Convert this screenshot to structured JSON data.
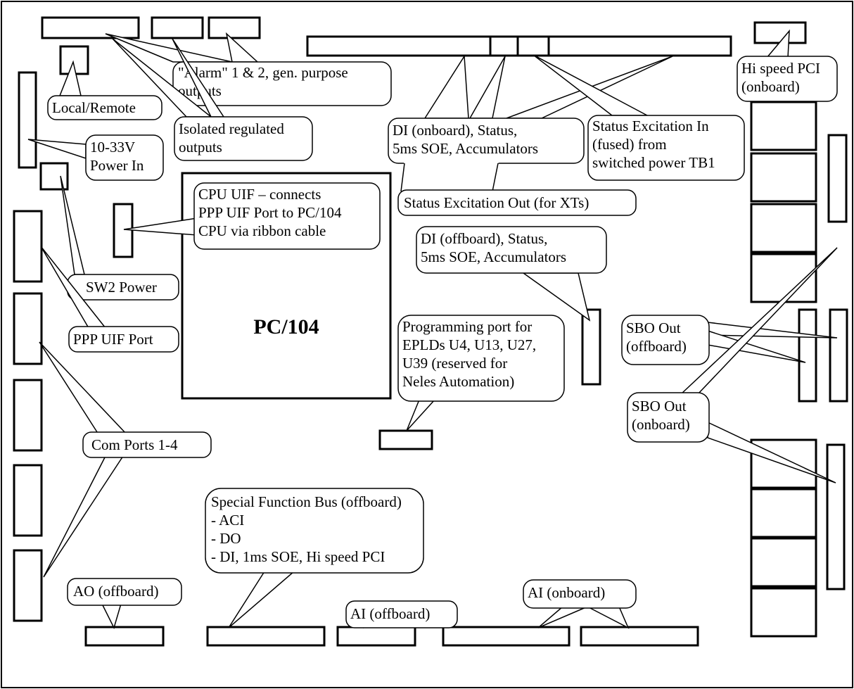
{
  "diagram": {
    "main_module": {
      "label": "PC/104"
    },
    "callouts": [
      {
        "id": "alarm-outputs",
        "lines": [
          "\"Alarm\" 1 & 2, gen. purpose",
          "outputs"
        ]
      },
      {
        "id": "local-remote",
        "lines": [
          "Local/Remote"
        ]
      },
      {
        "id": "isolated-outputs",
        "lines": [
          "Isolated regulated",
          "outputs"
        ]
      },
      {
        "id": "power-in",
        "lines": [
          "10-33V",
          "Power In"
        ]
      },
      {
        "id": "di-onboard",
        "lines": [
          "DI (onboard), Status,",
          "5ms SOE, Accumulators"
        ]
      },
      {
        "id": "status-excitation-in",
        "lines": [
          "Status Excitation In",
          "(fused) from",
          "switched power TB1"
        ]
      },
      {
        "id": "hi-speed-pci",
        "lines": [
          "Hi speed PCI",
          "(onboard)"
        ]
      },
      {
        "id": "status-excitation-out",
        "lines": [
          "Status Excitation Out (for XTs)"
        ]
      },
      {
        "id": "cpu-uif",
        "lines": [
          "CPU UIF – connects",
          "PPP UIF Port to PC/104",
          "CPU via ribbon cable"
        ]
      },
      {
        "id": "di-offboard",
        "lines": [
          "DI (offboard), Status,",
          "5ms SOE, Accumulators"
        ]
      },
      {
        "id": "sw2-power",
        "lines": [
          "SW2 Power"
        ]
      },
      {
        "id": "ppp-uif-port",
        "lines": [
          "PPP UIF Port"
        ]
      },
      {
        "id": "programming-port",
        "lines": [
          "Programming port  for",
          "EPLDs U4, U13, U27,",
          "U39 (reserved for",
          "Neles Automation)"
        ]
      },
      {
        "id": "sbo-out-offboard",
        "lines": [
          "SBO Out",
          "(offboard)"
        ]
      },
      {
        "id": "sbo-out-onboard",
        "lines": [
          "SBO Out",
          "(onboard)"
        ]
      },
      {
        "id": "com-ports",
        "lines": [
          "Com Ports 1-4"
        ]
      },
      {
        "id": "special-function-bus",
        "lines": [
          "Special Function Bus (offboard)",
          "- ACI",
          "- DO",
          "- DI, 1ms SOE, Hi speed PCI"
        ]
      },
      {
        "id": "ao-offboard",
        "lines": [
          "AO (offboard)"
        ]
      },
      {
        "id": "ai-offboard",
        "lines": [
          "AI (offboard)"
        ]
      },
      {
        "id": "ai-onboard",
        "lines": [
          "AI (onboard)"
        ]
      }
    ]
  }
}
